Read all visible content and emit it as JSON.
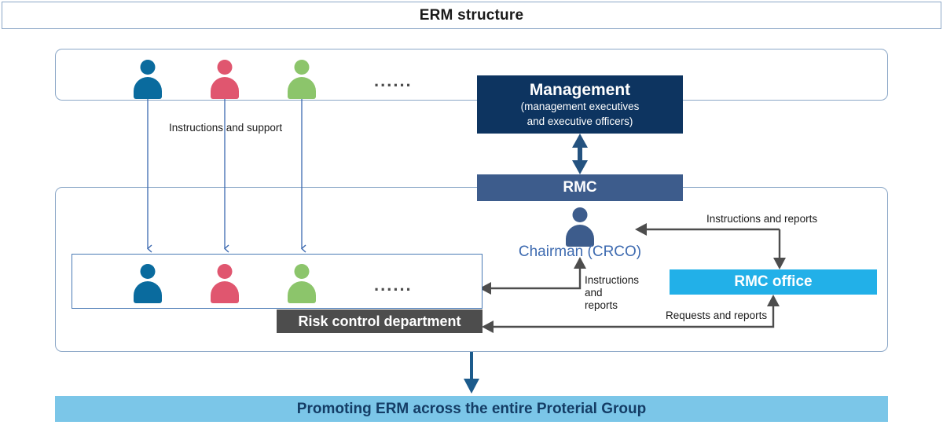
{
  "header": {
    "title": "ERM structure"
  },
  "colors": {
    "navy_dark": "#0d3460",
    "slate_blue": "#3d5c8c",
    "cyan": "#22b0e8",
    "light_blue": "#7bc6e8",
    "gray_dark": "#4d4d4d",
    "border_blue": "#8ba7c7",
    "person_blue": "#0a6b9e",
    "person_pink": "#e0566f",
    "person_green": "#8cc56b",
    "chairman_text": "#3d6ab0",
    "arrow_blue": "#3d6ab0",
    "arrow_gray": "#4d4d4d"
  },
  "top_group": {
    "persons": [
      {
        "name": "person-blue",
        "color": "#0a6b9e"
      },
      {
        "name": "person-pink",
        "color": "#e0566f"
      },
      {
        "name": "person-green",
        "color": "#8cc56b"
      }
    ],
    "ellipsis": "......"
  },
  "bottom_group": {
    "persons": [
      {
        "name": "person-blue",
        "color": "#0a6b9e"
      },
      {
        "name": "person-pink",
        "color": "#e0566f"
      },
      {
        "name": "person-green",
        "color": "#8cc56b"
      }
    ],
    "ellipsis": "......"
  },
  "boxes": {
    "management": {
      "title": "Management",
      "subtitle_line1": "(management executives",
      "subtitle_line2": "and executive officers)"
    },
    "rmc": {
      "title": "RMC"
    },
    "rmc_office": {
      "title": "RMC office"
    },
    "risk_control_department": {
      "title": "Risk control department"
    },
    "chairman": {
      "label": "Chairman (CRCO)"
    }
  },
  "arrow_labels": {
    "instructions_and_support": "Instructions and support",
    "instructions_and_reports_top": "Instructions and reports",
    "instructions_and_reports_mid_line1": "Instructions and",
    "instructions_and_reports_mid_line2": "reports",
    "requests_and_reports": "Requests and reports"
  },
  "banner": {
    "text": "Promoting ERM across the entire Proterial Group"
  }
}
